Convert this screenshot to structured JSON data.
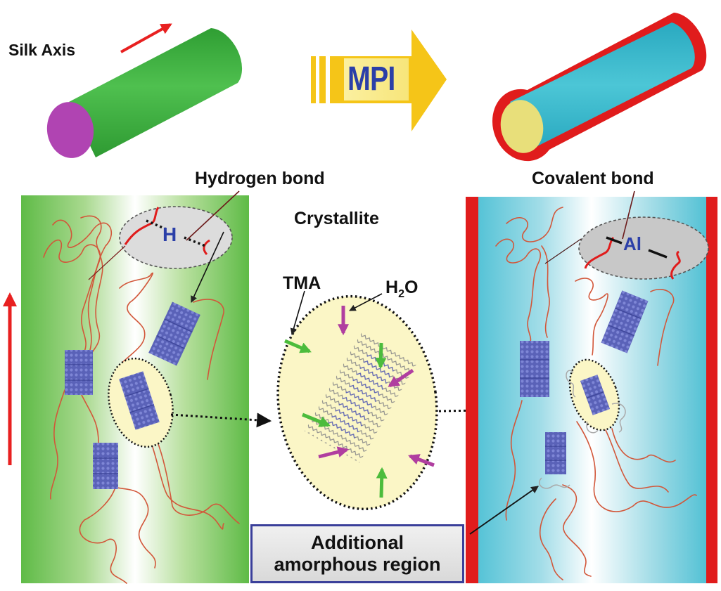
{
  "figure": {
    "top_row": {
      "silk_axis_label": "Silk Axis",
      "process_label": "MPI",
      "before_fiber": {
        "body_color": "#3fb441",
        "end_color": "#b43fb0"
      },
      "after_fiber": {
        "shell_color": "#e01c1c",
        "core_color": "#3dbdd0",
        "end_color": "#e8df7a"
      },
      "arrow_color": "#f5c518",
      "process_text_color": "#2b3fa8"
    },
    "left_panel": {
      "background": "#5dbb45",
      "hydrogen_bond_label": "Hydrogen bond",
      "bond_symbol": "H",
      "crystallite_label": "Crystallite",
      "axis_arrow_color": "#e82020"
    },
    "center_inset": {
      "tma_label": "TMA",
      "water_label": "H",
      "water_subscript": "2",
      "water_suffix": "O",
      "fill": "#fbf6c6",
      "tma_arrow_color": "#4cbc3c",
      "water_arrow_color": "#b03ea0"
    },
    "right_panel": {
      "background": "#44bfd4",
      "border_color": "#e01c1c",
      "covalent_bond_label": "Covalent bond",
      "bond_symbol": "Al"
    },
    "callout": {
      "line1": "Additional",
      "line2": "amorphous region"
    }
  }
}
